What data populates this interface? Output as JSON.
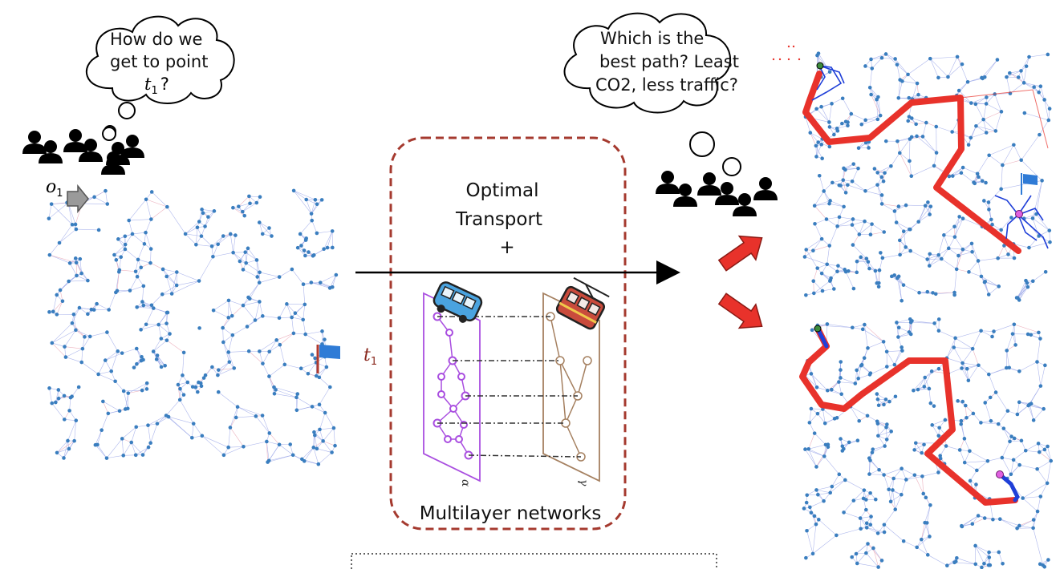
{
  "left_cloud": {
    "line1": "How do we",
    "line2": "get to point",
    "var": "t",
    "sub": "1",
    "q": "?"
  },
  "right_cloud": {
    "line1": "Which is the",
    "line2": "best path? Least",
    "line3": "CO2, less traffic?"
  },
  "origin_label": {
    "var": "o",
    "sub": "1"
  },
  "target_label": {
    "var": "t",
    "sub": "1"
  },
  "center_box": {
    "line1": "Optimal",
    "line2": "Transport",
    "line3": "+",
    "caption": "Multilayer networks"
  },
  "layer_labels": {
    "left": "α",
    "right": "γ"
  },
  "colors": {
    "node": "#3a7ebf",
    "edge": "#9aa6e8",
    "path": "#e8322b",
    "transit": "#1f3fd8",
    "flag": "#2f7bd6",
    "box_border": "#a53a2f",
    "bus_layer": "#a94ee0",
    "tram_layer": "#a58060"
  },
  "icons": [
    "people-group-icon",
    "arrow-right-icon",
    "flag-icon",
    "bus-icon",
    "tram-icon",
    "red-arrow-icon"
  ]
}
